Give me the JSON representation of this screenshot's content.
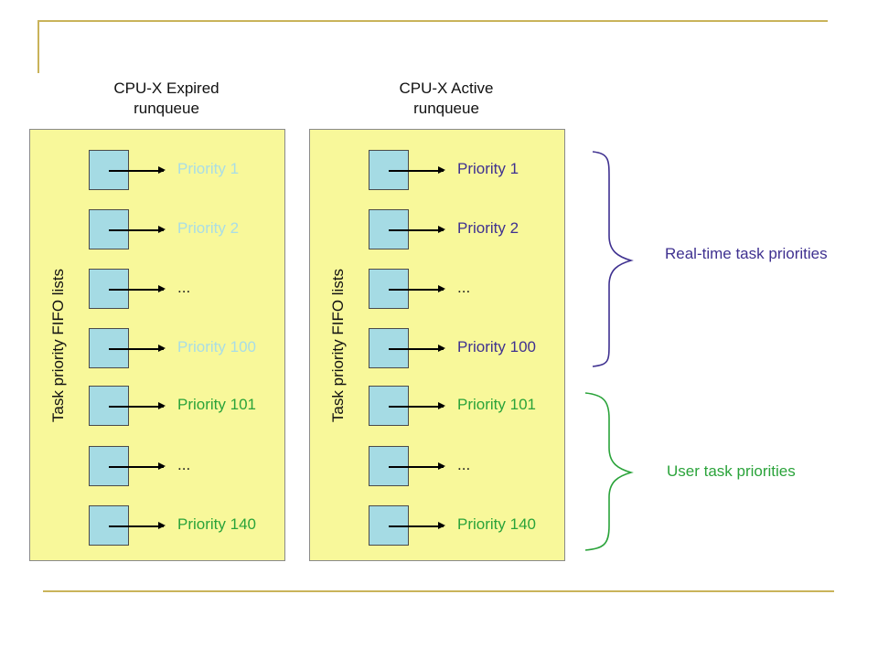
{
  "colors": {
    "rule": "#c9b35a",
    "panel": "#f8f89a",
    "box": "#a5dbe4",
    "realtime": "#3f3190",
    "user": "#2aa33a",
    "faded": "#a9dde6"
  },
  "expired": {
    "title_line1": "CPU-X Expired",
    "title_line2": "runqueue",
    "side_label": "Task priority FIFO lists",
    "rows": [
      {
        "label": "Priority 1",
        "tone": "faded"
      },
      {
        "label": "Priority 2",
        "tone": "faded"
      },
      {
        "label": "...",
        "tone": "dark"
      },
      {
        "label": "Priority 100",
        "tone": "faded"
      },
      {
        "label": "Priority 101",
        "tone": "user"
      },
      {
        "label": "...",
        "tone": "dark"
      },
      {
        "label": "Priority 140",
        "tone": "user"
      }
    ]
  },
  "active": {
    "title_line1": "CPU-X Active",
    "title_line2": "runqueue",
    "side_label": "Task priority FIFO lists",
    "rows": [
      {
        "label": "Priority 1",
        "tone": "realtime"
      },
      {
        "label": "Priority 2",
        "tone": "realtime"
      },
      {
        "label": "...",
        "tone": "dark"
      },
      {
        "label": "Priority 100",
        "tone": "realtime"
      },
      {
        "label": "Priority 101",
        "tone": "user"
      },
      {
        "label": "...",
        "tone": "dark"
      },
      {
        "label": "Priority 140",
        "tone": "user"
      }
    ]
  },
  "braces": {
    "realtime_label": "Real-time task priorities",
    "user_label": "User task priorities"
  }
}
